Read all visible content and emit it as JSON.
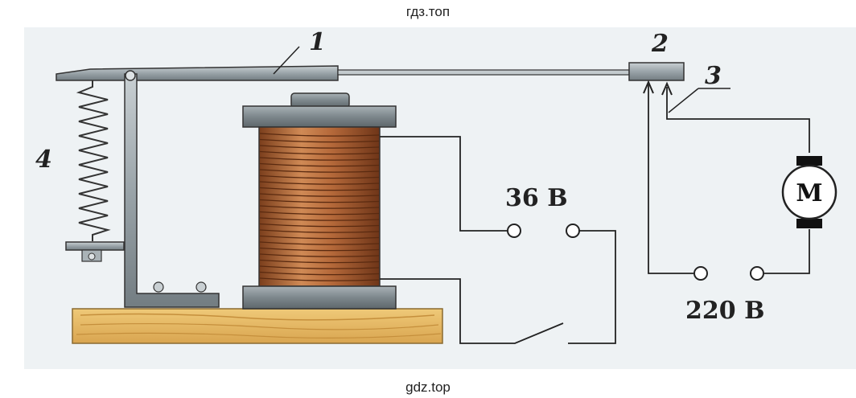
{
  "watermark_top": "гдз.топ",
  "watermark_bottom": "gdz.top",
  "labels": {
    "armature": "1",
    "contacts": "2",
    "spring_contact": "3",
    "spring": "4"
  },
  "voltages": {
    "control": "36 В",
    "load": "220 В"
  },
  "motor_letter": "М",
  "colors": {
    "background_tint": "#eef2f4",
    "wood": "#e0b060",
    "coil_copper": "#b5693a",
    "metal": "#8e9aa0",
    "wire": "#222222"
  }
}
